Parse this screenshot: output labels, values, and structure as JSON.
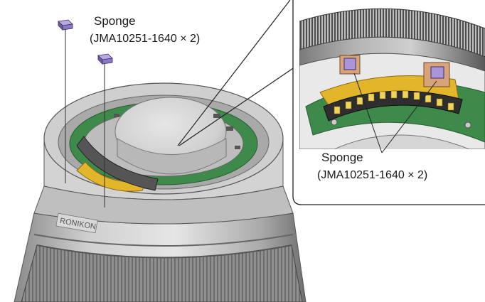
{
  "main_callout": {
    "name": "Sponge",
    "part": "(JMA10251-1640 × 2)"
  },
  "inset_callout": {
    "name": "Sponge",
    "part": "(JMA10251-1640 × 2)"
  },
  "lens_engraving": "RONIKON",
  "colors": {
    "sponge": "#9b8ac7",
    "flex_board": "#e3b52a",
    "pcb": "#3d8a4a",
    "copper": "#d8a27a",
    "lens_body": "#c9c9c9",
    "glass": "#d8d8d8"
  }
}
